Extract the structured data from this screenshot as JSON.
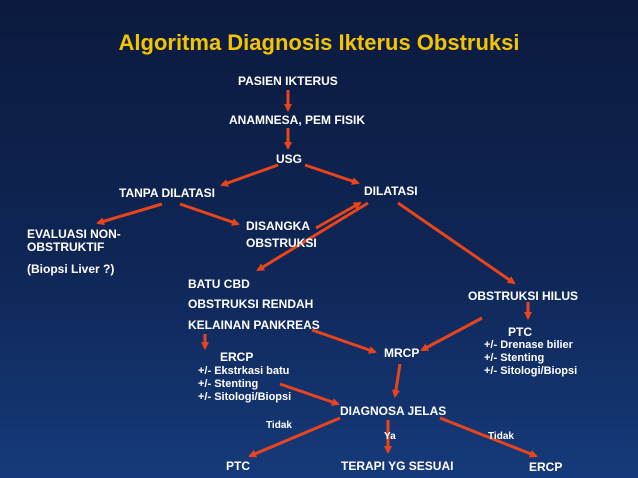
{
  "title": "Algoritma Diagnosis Ikterus Obstruksi",
  "accent_color": "#f5c400",
  "arrow_color": "#e8451c",
  "nodes": {
    "pasien": "PASIEN IKTERUS",
    "anamnesa": "ANAMNESA, PEM FISIK",
    "usg": "USG",
    "tanpa_dilatasi": "TANPA DILATASI",
    "dilatasi": "DILATASI",
    "evaluasi_line1": "EVALUASI NON-",
    "evaluasi_line2": "OBSTRUKTIF",
    "biopsi_liver": "(Biopsi Liver ?)",
    "disangka_line1": "DISANGKA",
    "disangka_line2": "OBSTRUKSI",
    "batu_cbd": "BATU CBD",
    "obstruksi_rendah": "OBSTRUKSI RENDAH",
    "kelainan_pankreas": "KELAINAN PANKREAS",
    "obstruksi_hilus": "OBSTRUKSI HILUS",
    "ptc_top": "PTC",
    "ptc_opts": [
      "+/- Drenase bilier",
      "+/- Stenting",
      "+/- Sitologi/Biopsi"
    ],
    "ercp_top": "ERCP",
    "ercp_opts": [
      "+/- Ekstrkasi batu",
      "+/- Stenting",
      "+/- Sitologi/Biopsi"
    ],
    "mrcp": "MRCP",
    "diagnosa_jelas": "DIAGNOSA JELAS",
    "tidak_left": "Tidak",
    "ya": "Ya",
    "tidak_right": "Tidak",
    "ptc_bottom": "PTC",
    "terapi": "TERAPI YG SESUAI",
    "ercp_bottom": "ERCP"
  }
}
